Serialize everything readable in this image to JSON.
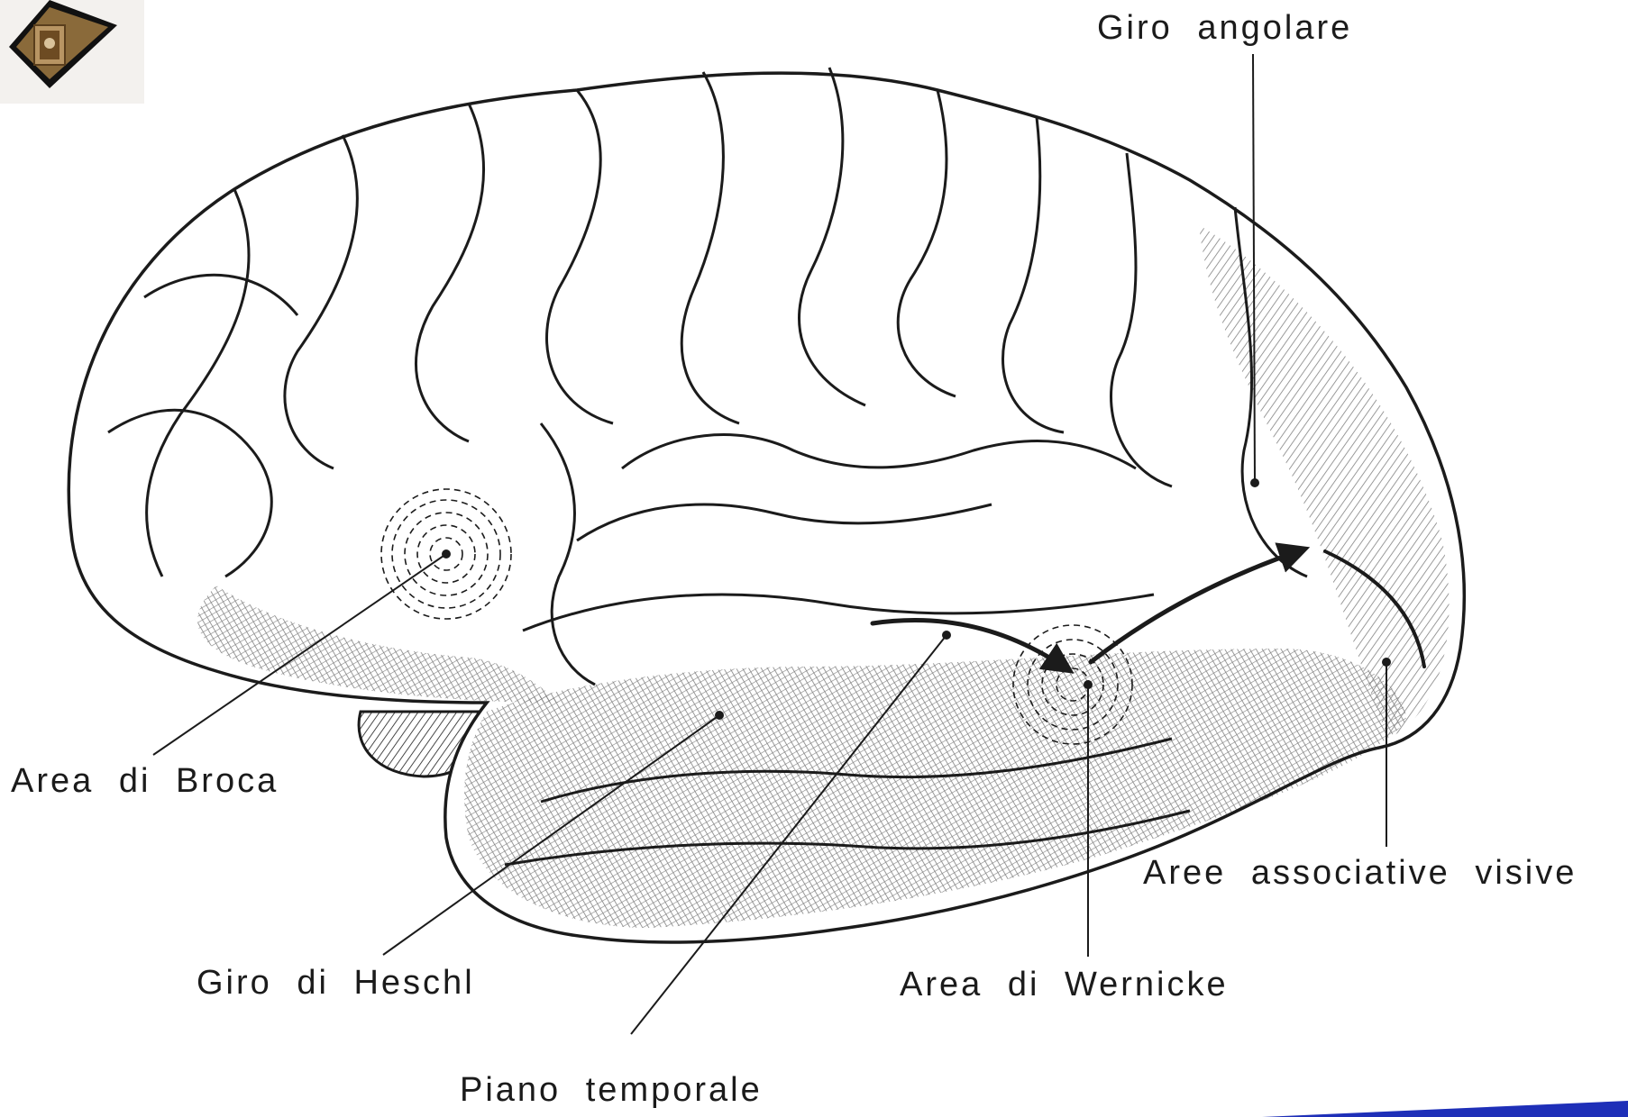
{
  "colors": {
    "ink": "#1b1b1b",
    "paper": "#ffffff",
    "accent_bar": "#1e2fb8",
    "logo_frame": "#111111",
    "logo_fill": "#8a6a3a"
  },
  "logo": {
    "icon": "fresco-emblem-icon"
  },
  "labels": {
    "giro_angolare": "Giro angolare",
    "area_broca": "Area di Broca",
    "aree_visive": "Aree associative visive",
    "giro_heschl": "Giro di Heschl",
    "area_wernicke": "Area di Wernicke",
    "piano_temporale": "Piano temporale"
  }
}
